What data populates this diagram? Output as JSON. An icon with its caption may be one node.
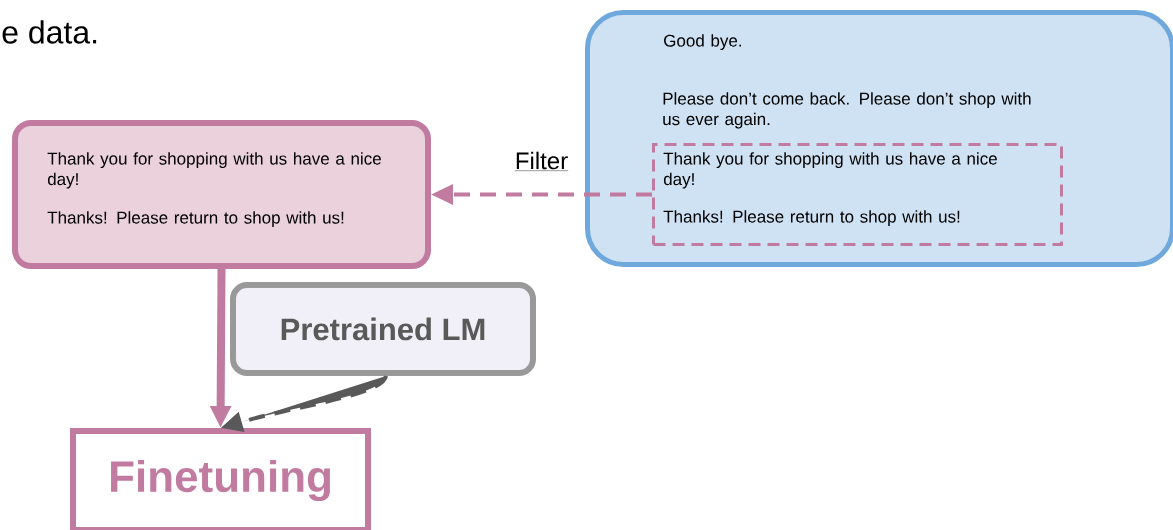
{
  "diagram": {
    "nodes": [
      {
        "text": [
          "Thank you for shopping with us have a nice day!",
          "Thanks! Please return to shop with us!"
        ]
      },
      {
        "text": [
          "Good bye.",
          "Please don’t come back. Please don’t shop with us ever again."
        ]
      },
      {
        "text": [
          "Thank you for shopping with us have a nice day!",
          "Thanks! Please return to shop with us!"
        ],
        "in": 1
      },
      {
        "text": [
          "Pretrained LM"
        ]
      },
      {
        "text": [
          "Finetuning"
        ]
      }
    ],
    "edges": [
      {
        "from": 2,
        "to": 0,
        "arrow": "to",
        "label": "Filter",
        "style": "dashed"
      },
      {
        "from": 0,
        "to": 4,
        "arrow": "to",
        "style": "thick"
      },
      {
        "from": 3,
        "to": 4,
        "arrow": "to",
        "style": "dashed",
        "color": "#595959"
      }
    ],
    "labels": [
      "e data."
    ]
  }
}
